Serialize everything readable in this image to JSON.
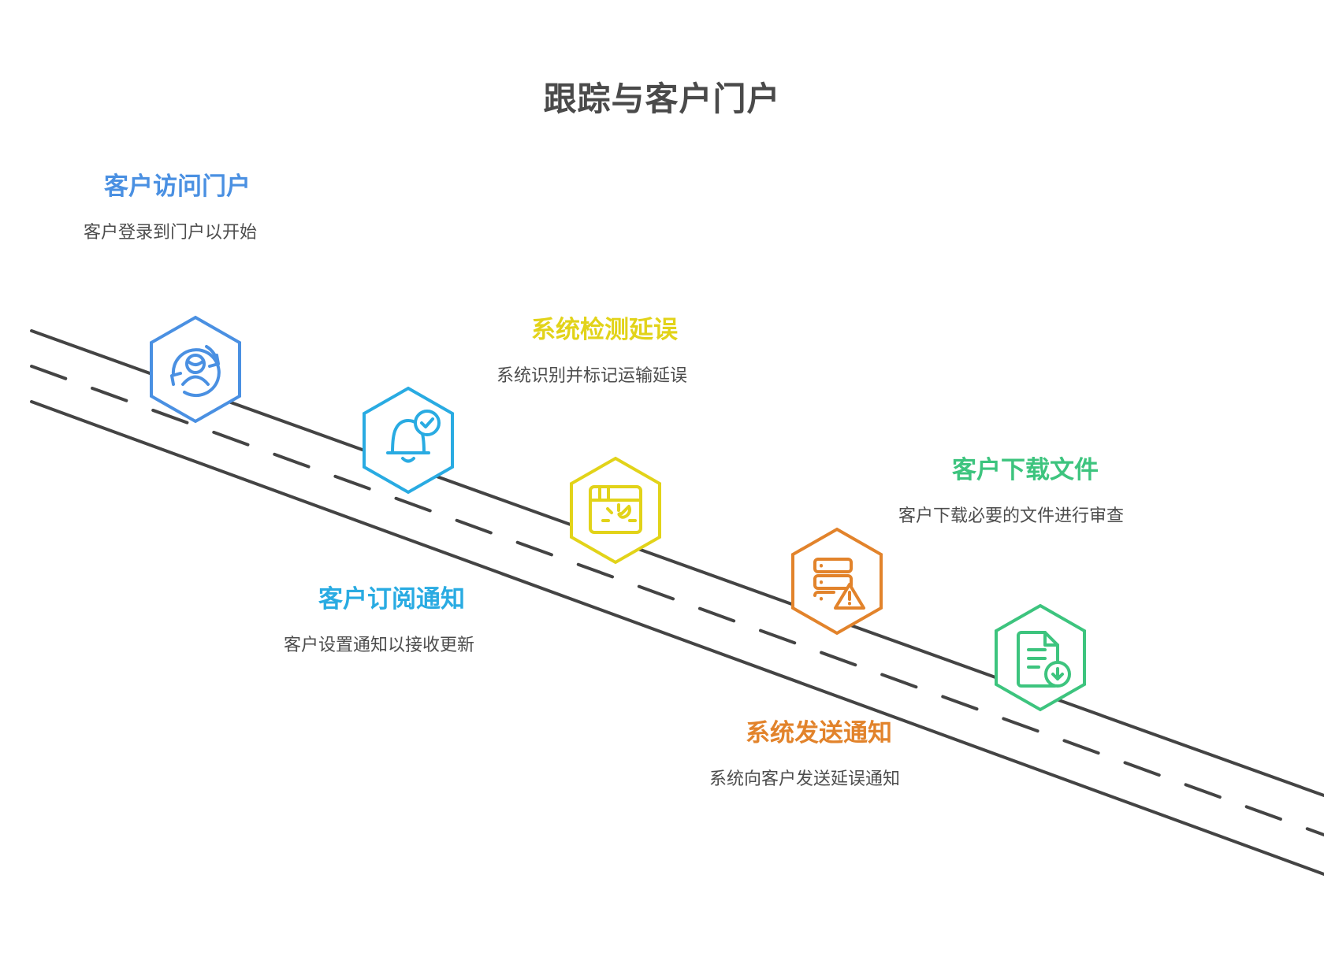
{
  "title": "跟踪与客户门户",
  "theme": {
    "background": "#ffffff",
    "title_color": "#4a4a4a",
    "road_color": "#444444",
    "desc_color": "#4d4d4d"
  },
  "road": {
    "style": "two solid edge lines with dashed center line, descending left to right",
    "dashed_center": true
  },
  "steps": [
    {
      "id": "customer-accesses-portal",
      "title": "客户访问门户",
      "description": "客户登录到门户以开始",
      "color": "#4a90e2",
      "icon": "user-refresh-icon"
    },
    {
      "id": "customer-subscribes-notifications",
      "title": "客户订阅通知",
      "description": "客户设置通知以接收更新",
      "color": "#29abe2",
      "icon": "bell-check-icon"
    },
    {
      "id": "system-detects-delay",
      "title": "系统检测延误",
      "description": "系统识别并标记运输延误",
      "color": "#e2d319",
      "icon": "dashboard-window-icon"
    },
    {
      "id": "system-sends-notification",
      "title": "系统发送通知",
      "description": "系统向客户发送延误通知",
      "color": "#e2832b",
      "icon": "server-alert-icon"
    },
    {
      "id": "customer-downloads-documents",
      "title": "客户下载文件",
      "description": "客户下载必要的文件进行审查",
      "color": "#3dc47e",
      "icon": "document-download-icon"
    }
  ]
}
